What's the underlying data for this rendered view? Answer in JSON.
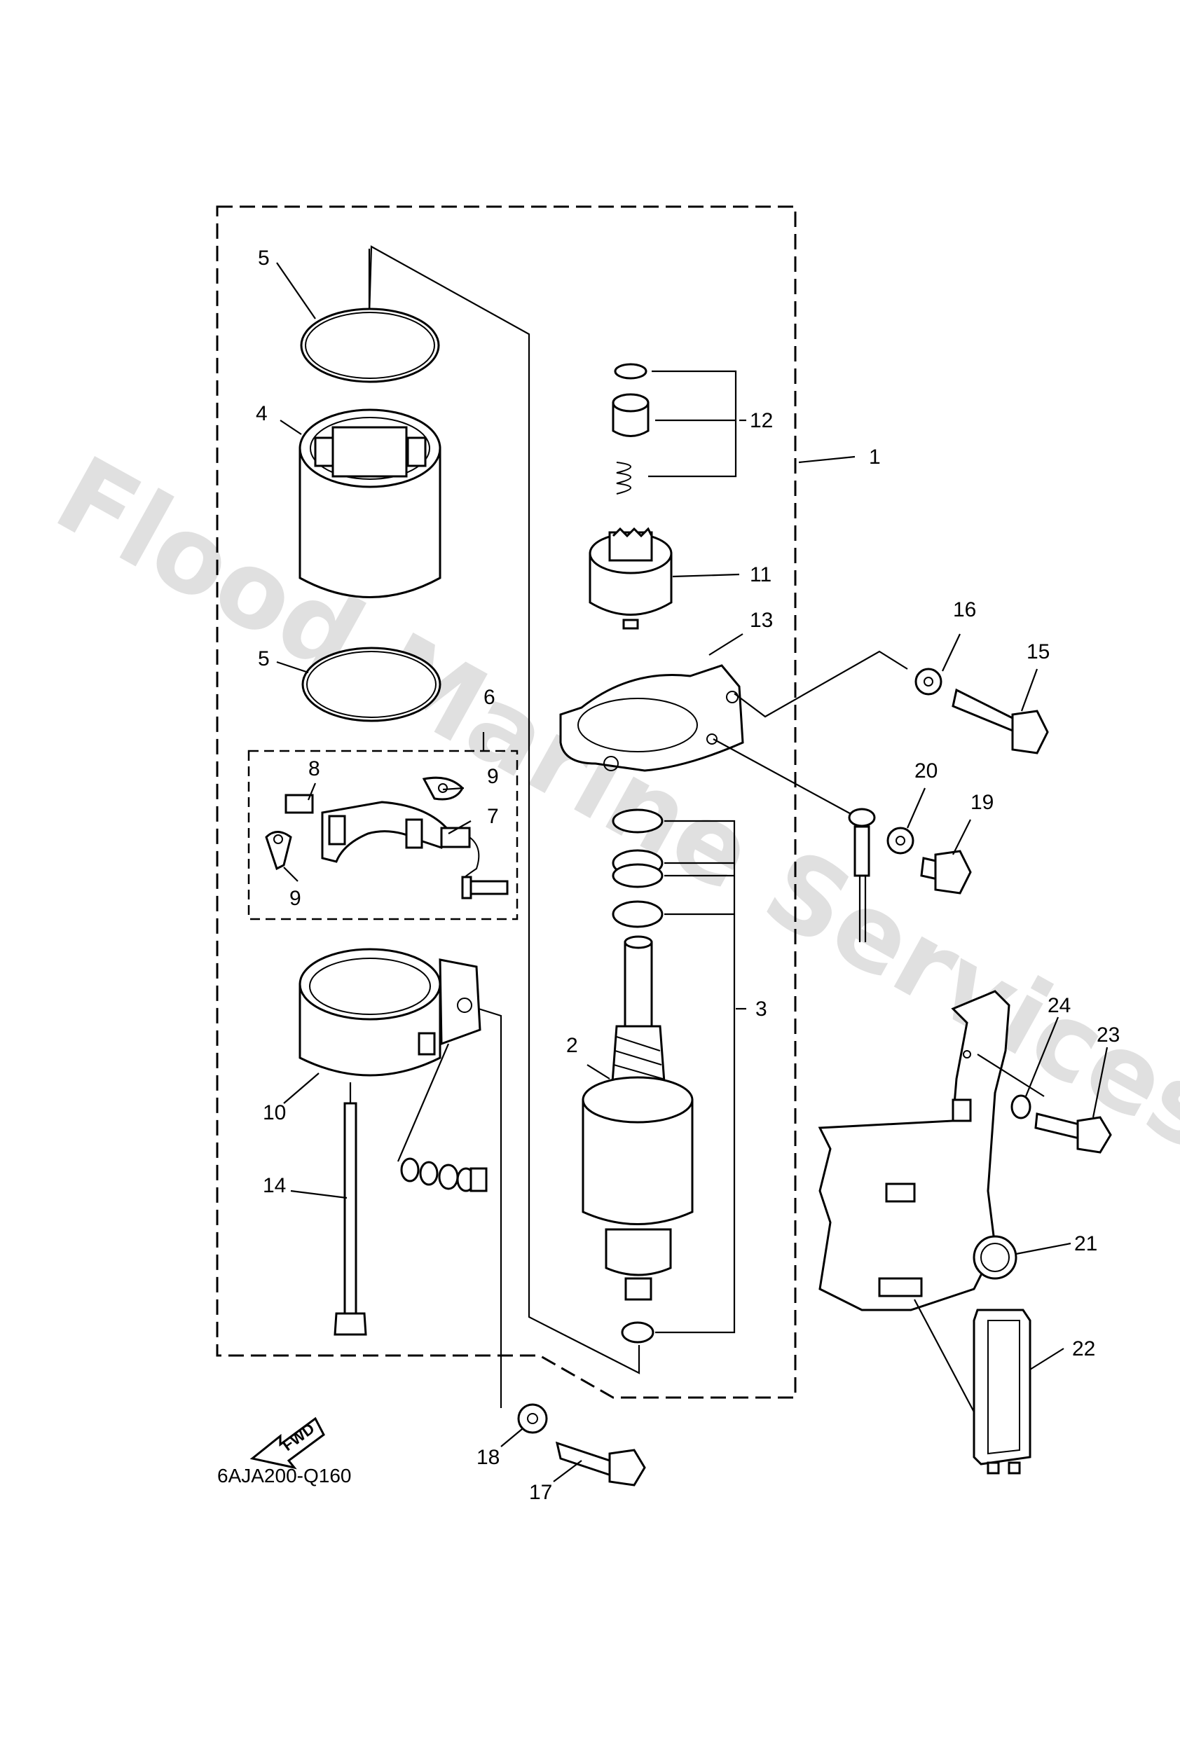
{
  "diagram_code": "6AJA200-Q160",
  "fwd_label": "FWD",
  "watermark": "Flood Marine Services",
  "callouts": [
    {
      "id": "1",
      "name": "callout-1"
    },
    {
      "id": "2",
      "name": "callout-2"
    },
    {
      "id": "3",
      "name": "callout-3"
    },
    {
      "id": "4",
      "name": "callout-4"
    },
    {
      "id": "5",
      "name": "callout-5-top"
    },
    {
      "id": "5",
      "name": "callout-5-bottom"
    },
    {
      "id": "6",
      "name": "callout-6"
    },
    {
      "id": "7",
      "name": "callout-7"
    },
    {
      "id": "8",
      "name": "callout-8"
    },
    {
      "id": "9",
      "name": "callout-9-right"
    },
    {
      "id": "9",
      "name": "callout-9-left"
    },
    {
      "id": "10",
      "name": "callout-10"
    },
    {
      "id": "11",
      "name": "callout-11"
    },
    {
      "id": "12",
      "name": "callout-12"
    },
    {
      "id": "13",
      "name": "callout-13"
    },
    {
      "id": "14",
      "name": "callout-14"
    },
    {
      "id": "15",
      "name": "callout-15"
    },
    {
      "id": "16",
      "name": "callout-16"
    },
    {
      "id": "17",
      "name": "callout-17"
    },
    {
      "id": "18",
      "name": "callout-18"
    },
    {
      "id": "19",
      "name": "callout-19"
    },
    {
      "id": "20",
      "name": "callout-20"
    },
    {
      "id": "21",
      "name": "callout-21"
    },
    {
      "id": "22",
      "name": "callout-22"
    },
    {
      "id": "23",
      "name": "callout-23"
    },
    {
      "id": "24",
      "name": "callout-24"
    }
  ]
}
